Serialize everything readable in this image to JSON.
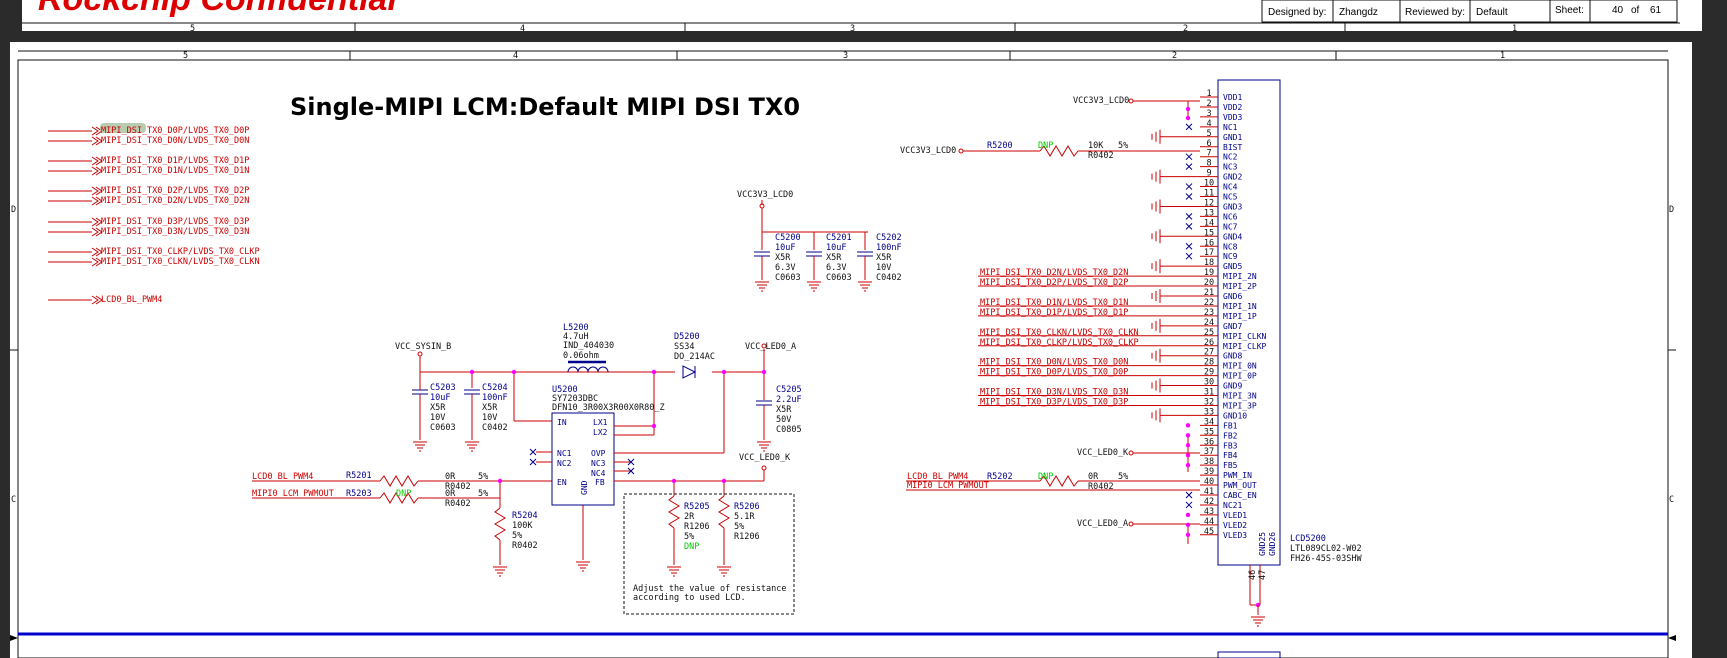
{
  "confidential": "Rockchip Confidential",
  "title_block": {
    "designed_label": "Designed by:",
    "designer": "Zhangdz",
    "reviewed_label": "Reviewed by:",
    "reviewer": "Default",
    "sheet_label": "Sheet:",
    "sheet_value": "40",
    "of_label": "of",
    "sheet_total": "61"
  },
  "zones": [
    "5",
    "4",
    "3",
    "2",
    "1"
  ],
  "rows": [
    "D",
    "C"
  ],
  "title": "Single-MIPI LCM:Default MIPI DSI TX0",
  "ports": [
    "MIPI_DSI_TX0_D0P/LVDS_TX0_D0P",
    "MIPI_DSI_TX0_D0N/LVDS_TX0_D0N",
    "MIPI_DSI_TX0_D1P/LVDS_TX0_D1P",
    "MIPI_DSI_TX0_D1N/LVDS_TX0_D1N",
    "MIPI_DSI_TX0_D2P/LVDS_TX0_D2P",
    "MIPI_DSI_TX0_D2N/LVDS_TX0_D2N",
    "MIPI_DSI_TX0_D3P/LVDS_TX0_D3P",
    "MIPI_DSI_TX0_D3N/LVDS_TX0_D3N",
    "MIPI_DSI_TX0_CLKP/LVDS_TX0_CLKP",
    "MIPI_DSI_TX0_CLKN/LVDS_TX0_CLKN",
    "LCD0_BL_PWM4"
  ],
  "caps_top": {
    "rail": "VCC3V3_LCD0",
    "c5200": [
      "C5200",
      "10uF",
      "X5R",
      "6.3V",
      "C0603"
    ],
    "c5201": [
      "C5201",
      "10uF",
      "X5R",
      "6.3V",
      "C0603"
    ],
    "c5202": [
      "C5202",
      "100nF",
      "X5R",
      "10V",
      "C0402"
    ]
  },
  "boost": {
    "vcc_sysin": "VCC_SYSIN_B",
    "c5203": [
      "C5203",
      "10uF",
      "X5R",
      "10V",
      "C0603"
    ],
    "c5204": [
      "C5204",
      "100nF",
      "X5R",
      "10V",
      "C0402"
    ],
    "l5200": [
      "L5200",
      "4.7uH",
      "IND_404030",
      "0.06ohm"
    ],
    "d5200": [
      "D5200",
      "SS34",
      "DO_214AC"
    ],
    "vcc_led_a": "VCC_LED0_A",
    "c5205": [
      "C5205",
      "2.2uF",
      "X5R",
      "50V",
      "C0805"
    ],
    "u5200": [
      "U5200",
      "SY7203DBC",
      "DFN10_3R00X3R00X0R80_Z"
    ],
    "u_pins_left": [
      "IN",
      "NC1",
      "NC2",
      "EN"
    ],
    "u_pins_right": [
      "LX1",
      "LX2",
      "OVP",
      "NC3",
      "NC4",
      "FB"
    ],
    "u_gnd": "GND",
    "vcc_led_k": "VCC_LED0_K",
    "pwm_net": "LCD0_BL_PWM4",
    "pwmout_net": "MIPI0_LCM_PWMOUT",
    "r5201": [
      "R5201",
      "0R",
      "R0402",
      "5%"
    ],
    "r5203": [
      "R5203",
      "0R",
      "R0402",
      "5%"
    ],
    "r5204": [
      "R5204",
      "100K",
      "5%",
      "R0402"
    ],
    "r5205": [
      "R5205",
      "2R",
      "R1206",
      "5%"
    ],
    "r5206": [
      "R5206",
      "5.1R",
      "5%",
      "R1206"
    ],
    "dnp": "DNP",
    "note1": "Adjust the value of resistance",
    "note2": "according to used LCD."
  },
  "connector": {
    "rail": "VCC3V3_LCD0",
    "r5200": [
      "R5200",
      "10K",
      "R0402",
      "5%"
    ],
    "r5202": [
      "R5202",
      "0R",
      "R0402",
      "5%"
    ],
    "refdes": "LCD5200",
    "part": "LTL089CL02-W02",
    "footprint": "FH26-45S-03SHW",
    "pins": [
      "VDD1",
      "VDD2",
      "VDD3",
      "NC1",
      "GND1",
      "BIST",
      "NC2",
      "NC3",
      "GND2",
      "NC4",
      "NC5",
      "GND3",
      "NC6",
      "NC7",
      "GND4",
      "NC8",
      "NC9",
      "GND5",
      "MIPI_2N",
      "MIPI_2P",
      "GND6",
      "MIPI_1N",
      "MIPI_1P",
      "GND7",
      "MIPI_CLKN",
      "MIPI_CLKP",
      "GND8",
      "MIPI_0N",
      "MIPI_0P",
      "GND9",
      "MIPI_3N",
      "MIPI_3P",
      "GND10",
      "FB1",
      "FB2",
      "FB3",
      "FB4",
      "FB5",
      "PWM_IN",
      "PWM_OUT",
      "CABC_EN",
      "NC21",
      "VLED1",
      "VLED2",
      "VLED3"
    ],
    "gnd_pins": [
      "GND25",
      "GND26"
    ],
    "mipi_nets": [
      "MIPI_DSI_TX0_D2N/LVDS_TX0_D2N",
      "MIPI_DSI_TX0_D2P/LVDS_TX0_D2P",
      "MIPI_DSI_TX0_D1N/LVDS_TX0_D1N",
      "MIPI_DSI_TX0_D1P/LVDS_TX0_D1P",
      "MIPI_DSI_TX0_CLKN/LVDS_TX0_CLKN",
      "MIPI_DSI_TX0_CLKP/LVDS_TX0_CLKP",
      "MIPI_DSI_TX0_D0N/LVDS_TX0_D0N",
      "MIPI_DSI_TX0_D0P/LVDS_TX0_D0P",
      "MIPI_DSI_TX0_D3N/LVDS_TX0_D3N",
      "MIPI_DSI_TX0_D3P/LVDS_TX0_D3P"
    ],
    "led_k": "VCC_LED0_K",
    "pwm_net": "LCD0_BL_PWM4",
    "pwmout_net": "MIPI0_LCM_PWMOUT",
    "led_a": "VCC_LED0_A"
  }
}
